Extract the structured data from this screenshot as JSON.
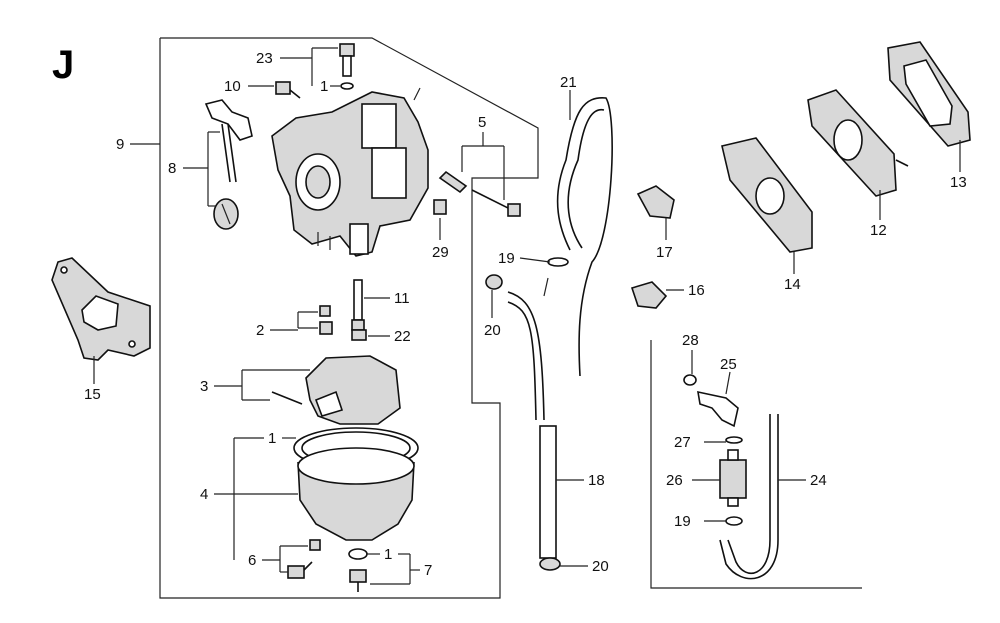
{
  "section_letter": "J",
  "callouts": {
    "c1a": "1",
    "c1b": "1",
    "c1c": "1",
    "c2": "2",
    "c3": "3",
    "c4": "4",
    "c5": "5",
    "c6": "6",
    "c7": "7",
    "c8": "8",
    "c9": "9",
    "c10": "10",
    "c11": "11",
    "c12": "12",
    "c13": "13",
    "c14": "14",
    "c15": "15",
    "c16": "16",
    "c17": "17",
    "c18": "18",
    "c19a": "19",
    "c19b": "19",
    "c20a": "20",
    "c20b": "20",
    "c21": "21",
    "c22": "22",
    "c23": "23",
    "c24": "24",
    "c25": "25",
    "c26": "26",
    "c27": "27",
    "c28": "28",
    "c29": "29"
  }
}
